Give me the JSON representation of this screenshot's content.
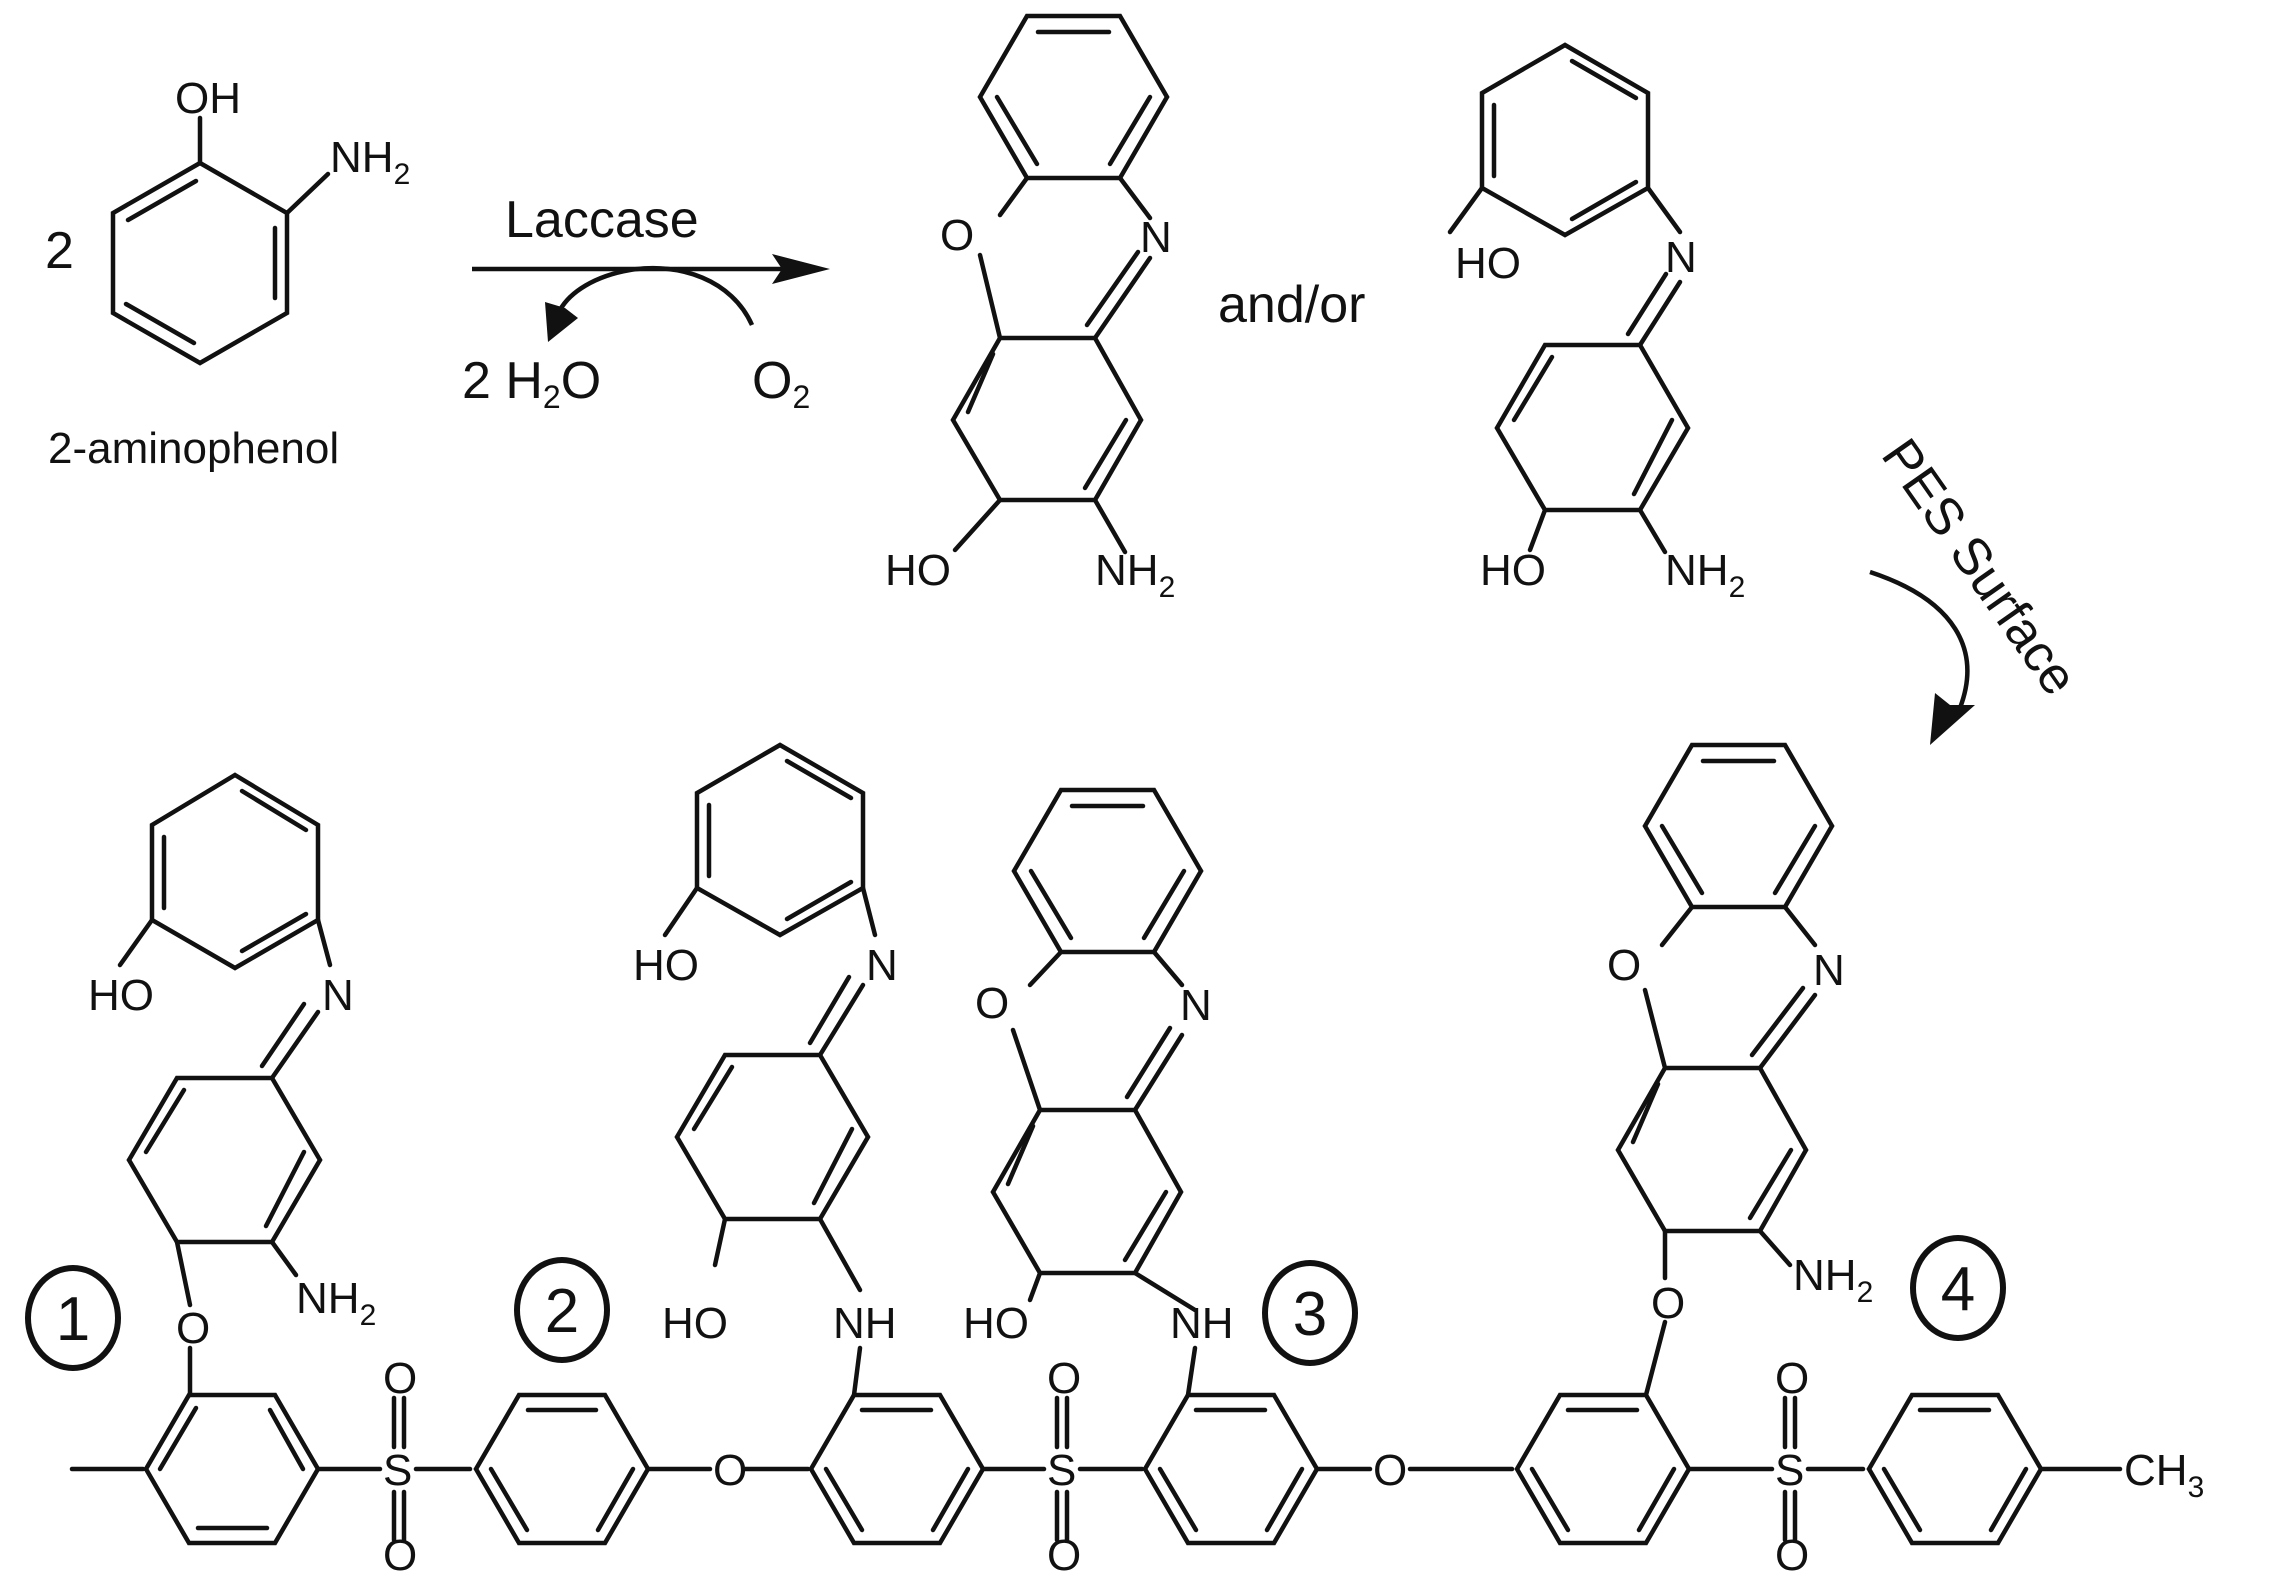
{
  "reaction": {
    "coefficient": "2",
    "reactant_name": "2-aminophenol",
    "reactant_oh": "OH",
    "reactant_nh2_main": "NH",
    "reactant_nh2_sub": "2",
    "enzyme": "Laccase",
    "byproduct_main": "2 H",
    "byproduct_sub": "2",
    "byproduct_tail": "O",
    "oxidant_main": "O",
    "oxidant_sub": "2",
    "connector": "and/or",
    "surface_label": "PES Surface"
  },
  "atoms": {
    "oxygen": "O",
    "nitrogen": "N",
    "sulfur": "S",
    "hydroxyl": "HO",
    "amine_main": "NH",
    "amine_sub": "2",
    "imine": "NH",
    "methyl_main": "CH",
    "methyl_sub": "3"
  },
  "sites": [
    "1",
    "2",
    "3",
    "4"
  ],
  "colors": {
    "ink": "#111111",
    "background": "#ffffff"
  }
}
